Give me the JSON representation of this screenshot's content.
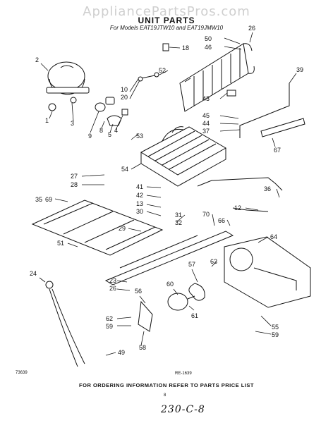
{
  "watermark": "AppliancePartsPros.com",
  "title": "UNIT PARTS",
  "subtitle": "For Models EAT19JTW10 and EAT19JMW10",
  "footer": "FOR ORDERING INFORMATION REFER TO PARTS PRICE LIST",
  "code_left": "73639",
  "code_mid": "RE-1639",
  "page_no": "8",
  "handwritten": "230-C-8",
  "callouts": [
    "2",
    "3",
    "1",
    "9",
    "8",
    "5",
    "4",
    "10",
    "20",
    "52",
    "53",
    "18",
    "50",
    "46",
    "26",
    "39",
    "43",
    "45",
    "44",
    "37",
    "67",
    "54",
    "27",
    "28",
    "41",
    "42",
    "13",
    "30",
    "31",
    "32",
    "70",
    "66",
    "12",
    "36",
    "35",
    "69",
    "29",
    "51",
    "64",
    "24",
    "23",
    "26",
    "57",
    "60",
    "56",
    "63",
    "61",
    "55",
    "59",
    "62",
    "59",
    "58",
    "49"
  ]
}
